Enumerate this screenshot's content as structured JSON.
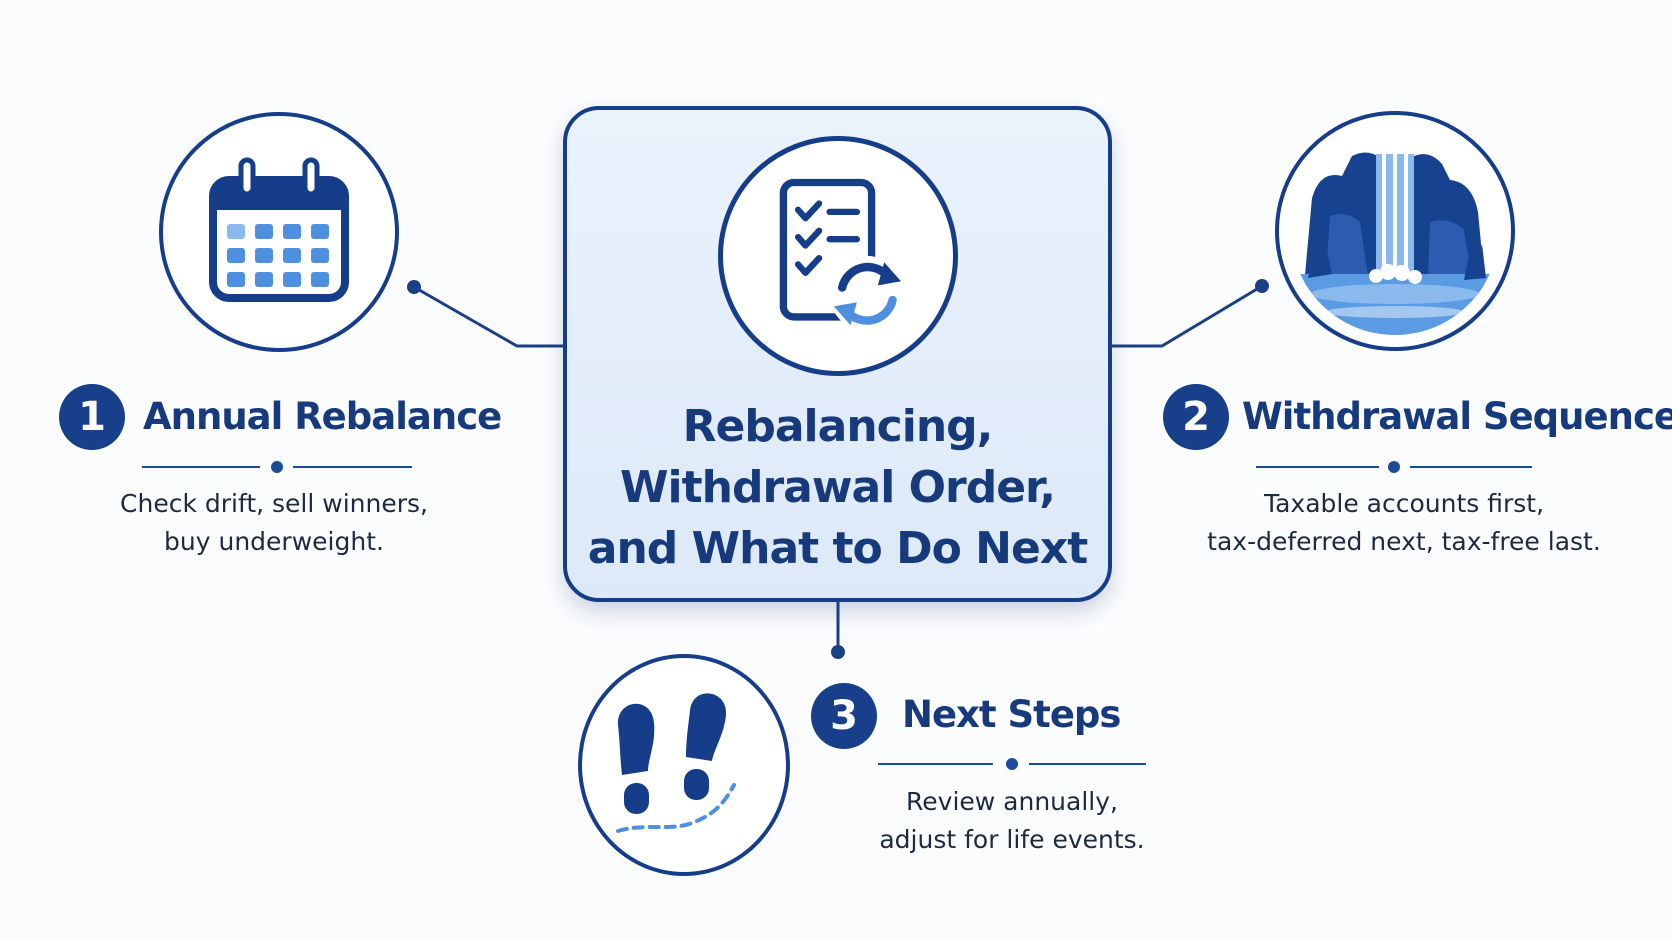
{
  "center": {
    "title": "Rebalancing,\nWithdrawal Order,\nand What to Do Next",
    "icon": "checklist-refresh-icon"
  },
  "steps": [
    {
      "number": "1",
      "title": "Annual Rebalance",
      "description": "Check drift, sell winners,\nbuy underweight.",
      "icon": "calendar-icon"
    },
    {
      "number": "2",
      "title": "Withdrawal Sequence",
      "description": "Taxable accounts first,\ntax-deferred next, tax-free last.",
      "icon": "waterfall-icon"
    },
    {
      "number": "3",
      "title": "Next Steps",
      "description": "Review annually,\nadjust for life events.",
      "icon": "footprints-icon"
    }
  ],
  "colors": {
    "navy": "#153d8a",
    "accent_blue": "#4f8fe0",
    "light_blue": "#8ab9ee",
    "card_fill": "#e3edf9",
    "background": "#fbfcfe"
  }
}
